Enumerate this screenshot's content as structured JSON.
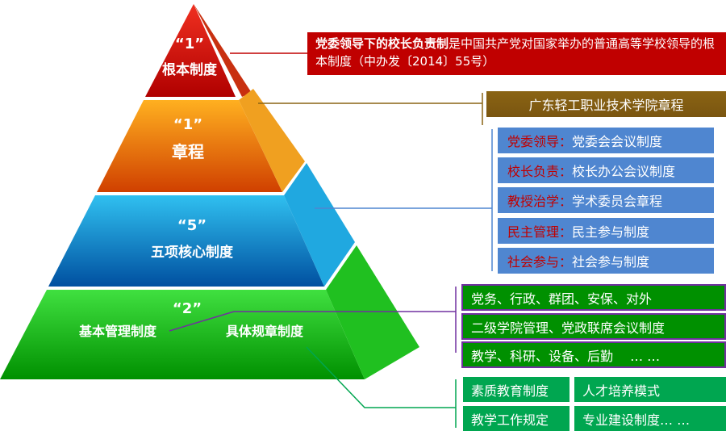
{
  "pyramid": {
    "tier1": {
      "num": "“1”",
      "label": "根本制度"
    },
    "tier2": {
      "num": "“1”",
      "label": "章程"
    },
    "tier3": {
      "num": "“5”",
      "label": "五项核心制度"
    },
    "tier4": {
      "num": "“2”",
      "left": "基本管理制度",
      "right": "具体规章制度"
    }
  },
  "root_box": {
    "bold": "党委领导下的校长负责制",
    "text": "是中国共产党对国家举办的普通高等学校领导的根本制度（中办发〔2014〕55号）"
  },
  "charter_box": "广东轻工职业技术学院章程",
  "core": [
    {
      "k": "党委领导：",
      "v": "党委会会议制度"
    },
    {
      "k": "校长负责：",
      "v": "校长办公会议制度"
    },
    {
      "k": "教授治学：",
      "v": "学术委员会章程"
    },
    {
      "k": "民主管理：",
      "v": "民主参与制度"
    },
    {
      "k": "社会参与：",
      "v": "社会参与制度"
    }
  ],
  "basic": [
    "党务、行政、群团、安保、对外",
    "二级学院管理、党政联席会议制度",
    "教学、科研、设备、后勤　 … …"
  ],
  "specific": [
    "素质教育制度",
    "人才培养模式",
    "教学工作规定",
    "专业建设制度… …"
  ]
}
